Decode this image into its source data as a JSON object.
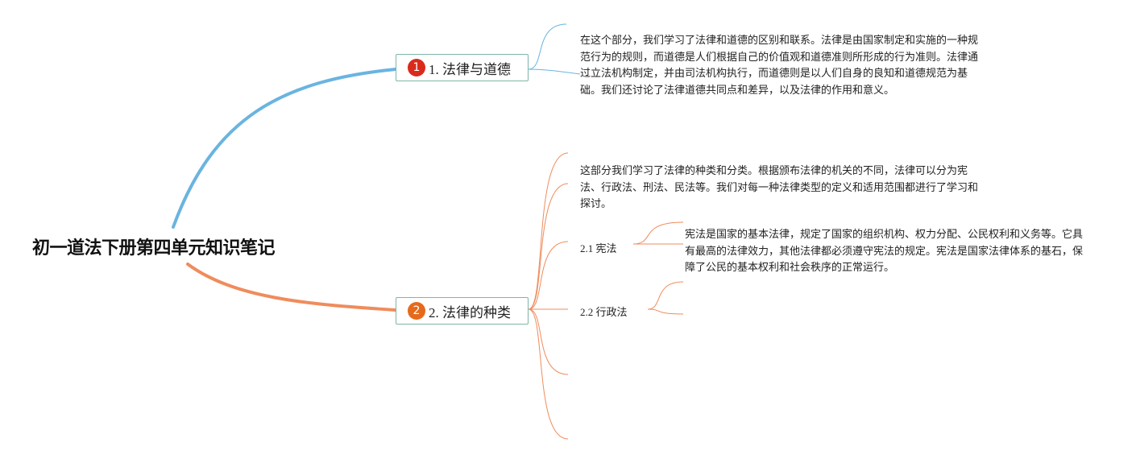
{
  "root": {
    "title": "初一道法下册第四单元知识笔记"
  },
  "colors": {
    "branch1": "#6ab4e0",
    "branch2": "#ef8c5c",
    "marker1": "#d92a1c",
    "marker2": "#e56a1b",
    "topic_border": "#7fb5a8"
  },
  "topics": [
    {
      "marker": "1",
      "label": "1. 法律与道德",
      "note": "在这个部分，我们学习了法律和道德的区别和联系。法律是由国家制定和实施的一种规范行为的规则，而道德是人们根据自己的价值观和道德准则所形成的行为准则。法律通过立法机构制定，并由司法机构执行，而道德则是以人们自身的良知和道德规范为基础。我们还讨论了法律道德共同点和差异，以及法律的作用和意义。"
    },
    {
      "marker": "2",
      "label": "2. 法律的种类",
      "note": "这部分我们学习了法律的种类和分类。根据颁布法律的机关的不同，法律可以分为宪法、行政法、刑法、民法等。我们对每一种法律类型的定义和适用范围都进行了学习和探讨。",
      "subtopics": [
        {
          "label": "2.1 宪法",
          "note": "宪法是国家的基本法律，规定了国家的组织机构、权力分配、公民权利和义务等。它具有最高的法律效力，其他法律都必须遵守宪法的规定。宪法是国家法律体系的基石，保障了公民的基本权利和社会秩序的正常运行。"
        },
        {
          "label": "2.2 行政法",
          "note": ""
        }
      ]
    }
  ]
}
